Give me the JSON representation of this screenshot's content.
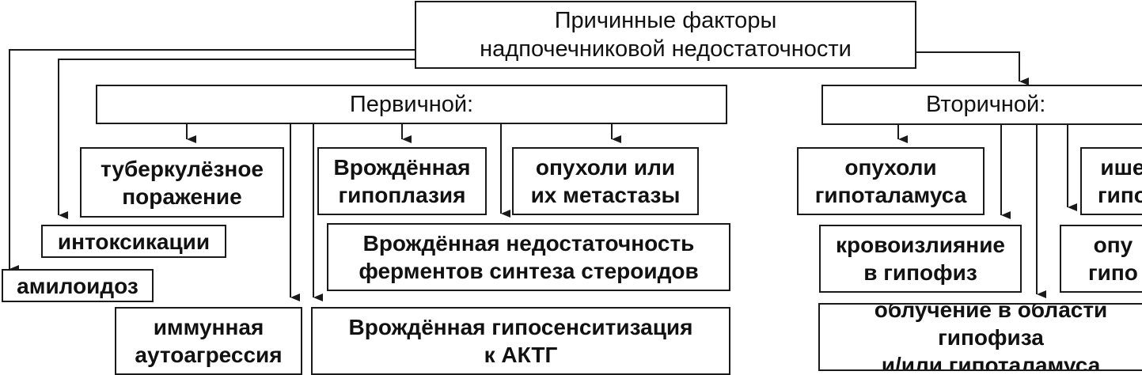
{
  "root": {
    "text": "Причинные факторы\nнадпочечниковой недостаточности"
  },
  "primary": {
    "header": "Первичной:",
    "items": [
      "туберкулёзное\nпоражение",
      "Врождённая\nгипоплазия",
      "опухоли или\nих метастазы",
      "Врождённая недостаточность\nферментов синтеза стероидов",
      "иммунная\nаутоагрессия",
      "Врождённая гипосенситизация\nк АКТГ"
    ]
  },
  "side": [
    "интоксикации",
    "амилоидоз"
  ],
  "secondary": {
    "header": "Вторичной:",
    "items": [
      "опухоли\nгипоталамуса",
      "кровоизлияние\nв гипофиз",
      "облучение в области гипофиза\nи/или гипоталамуса",
      "ише\nгипо",
      "опу\nгипо"
    ]
  }
}
